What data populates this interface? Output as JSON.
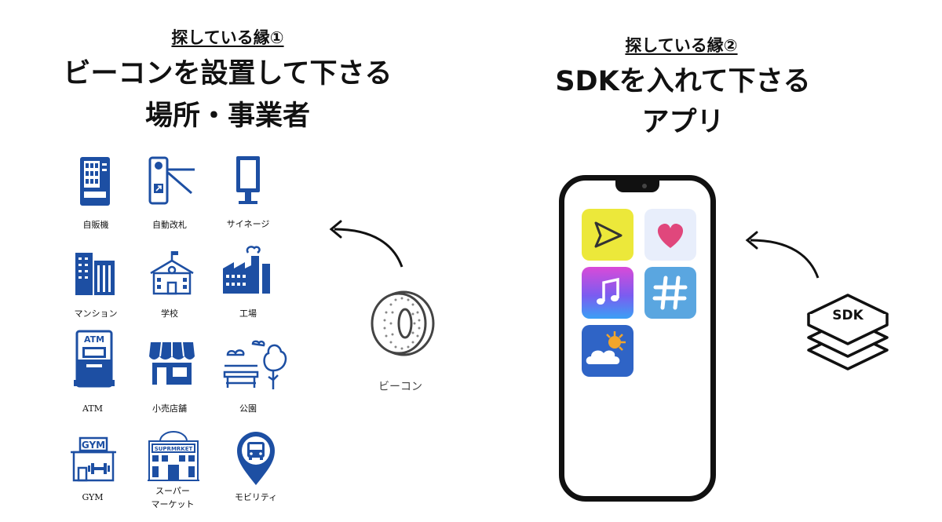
{
  "left": {
    "subtitle": "探している縁①",
    "title_line1": "ビーコンを設置して下さる",
    "title_line2": "場所・事業者",
    "places": [
      {
        "label": "自販機",
        "icon": "vending-machine-icon"
      },
      {
        "label": "自動改札",
        "icon": "ticket-gate-icon"
      },
      {
        "label": "サイネージ",
        "icon": "signage-icon"
      },
      {
        "label": "マンション",
        "icon": "apartment-icon"
      },
      {
        "label": "学校",
        "icon": "school-icon"
      },
      {
        "label": "工場",
        "icon": "factory-icon"
      },
      {
        "label": "ATM",
        "icon": "atm-icon"
      },
      {
        "label": "小売店舗",
        "icon": "store-icon"
      },
      {
        "label": "公園",
        "icon": "park-icon"
      },
      {
        "label": "GYM",
        "icon": "gym-icon"
      },
      {
        "label_line1": "スーパー",
        "label_line2": "マーケット",
        "icon": "supermarket-icon"
      },
      {
        "label": "モビリティ",
        "icon": "mobility-bus-icon"
      }
    ],
    "gym_sign": "GYM",
    "atm_sign": "ATM",
    "supermarket_sign": "SUPRMRKET",
    "beacon_label": "ビーコン"
  },
  "right": {
    "subtitle": "探している縁②",
    "title_line1": "SDKを入れて下さる",
    "title_line2": "アプリ",
    "sdk_label": "SDK",
    "apps": [
      "send-icon",
      "heart-icon",
      "music-note-icon",
      "hashtag-icon",
      "weather-icon"
    ]
  },
  "colors": {
    "icon_blue": "#1d4fa3",
    "app_yellow": "#ece83a",
    "app_heart_bg": "#e8eefb",
    "app_heart": "#e0477c",
    "app_hashtag_bg": "#5aa6e0",
    "app_weather_bg": "#2f64c6"
  }
}
